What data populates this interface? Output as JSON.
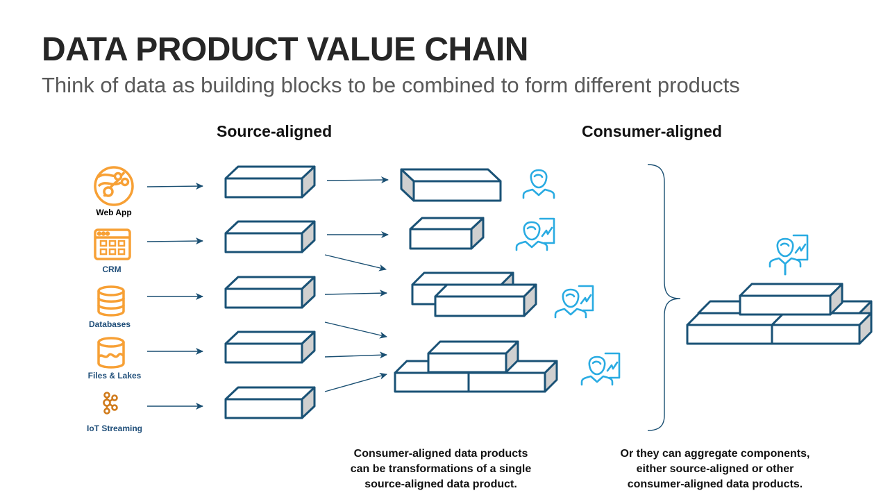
{
  "header": {
    "title": "DATA PRODUCT VALUE CHAIN",
    "subtitle": "Think of data as building blocks to be combined to form different products"
  },
  "sections": {
    "source_aligned": "Source-aligned",
    "consumer_aligned": "Consumer-aligned"
  },
  "sources": [
    {
      "label": "Web App",
      "icon": "web-app-icon",
      "label_color": "#262626"
    },
    {
      "label": "CRM",
      "icon": "crm-icon",
      "label_color": "#1f4e79"
    },
    {
      "label": "Databases",
      "icon": "database-icon",
      "label_color": "#1f4e79"
    },
    {
      "label": "Files & Lakes",
      "icon": "data-lake-icon",
      "label_color": "#1f4e79"
    },
    {
      "label": "IoT Streaming",
      "icon": "streaming-icon",
      "label_color": "#1f4e79"
    }
  ],
  "captions": {
    "left": [
      "Consumer-aligned data products",
      "can be transformations of a single",
      "source-aligned data product."
    ],
    "right": [
      "Or they can aggregate components,",
      "either source-aligned or other",
      "consumer-aligned data products."
    ]
  },
  "colors": {
    "block_stroke": "#1a5276",
    "block_side": "#d0d0d0",
    "source_icon": "#f7a035",
    "iot_icon": "#d07a1a",
    "person_icon": "#29abe2",
    "arrow": "#1a4f72"
  }
}
